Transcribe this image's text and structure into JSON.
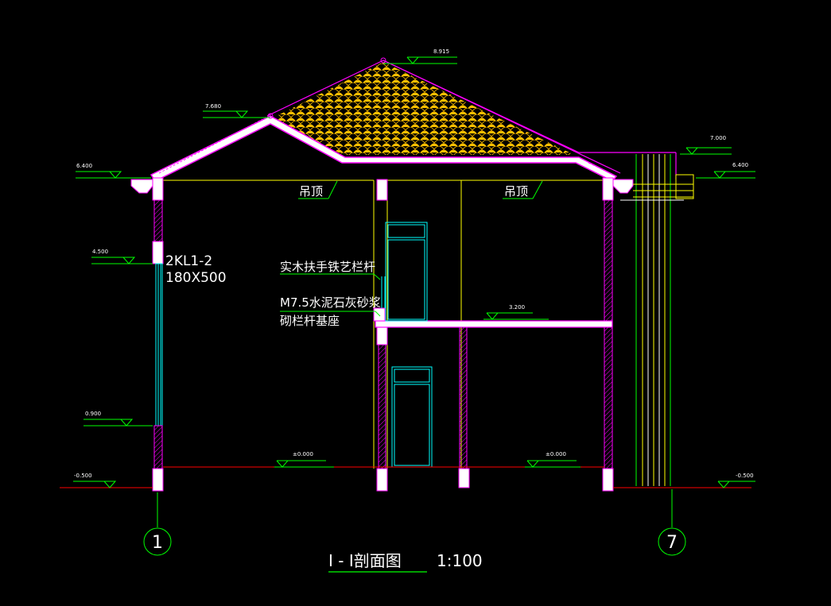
{
  "levels": {
    "ridge": "8.915",
    "roof_left": "7.680",
    "eave_left": "6.400",
    "eave_right": "6.400",
    "canopy": "7.000",
    "beam": "4.500",
    "sill": "0.900",
    "ground_left": "±0.000",
    "ground_right": "±0.000",
    "grade_left": "-0.500",
    "grade_right": "-0.500",
    "floor2": "3.200"
  },
  "notes": {
    "ceiling_left": "吊顶",
    "ceiling_right": "吊顶",
    "beam_code": "2KL1-2",
    "beam_size": "180X500",
    "handrail": "实木扶手铁艺栏杆",
    "base_line1": "M7.5水泥石灰砂浆",
    "base_line2": "砌栏杆基座"
  },
  "axes": {
    "left": "1",
    "right": "7"
  },
  "title": {
    "name": "Ⅰ - Ⅰ剖面图",
    "scale": "1:100"
  },
  "colors": {
    "background": "#000000",
    "wall": "#ff00ff",
    "dimension": "#00ff00",
    "ceiling": "#ffff00",
    "glazing": "#00ffff",
    "roof_tile": "#ffc000",
    "text": "#ffffff",
    "ground": "#ff0000"
  }
}
